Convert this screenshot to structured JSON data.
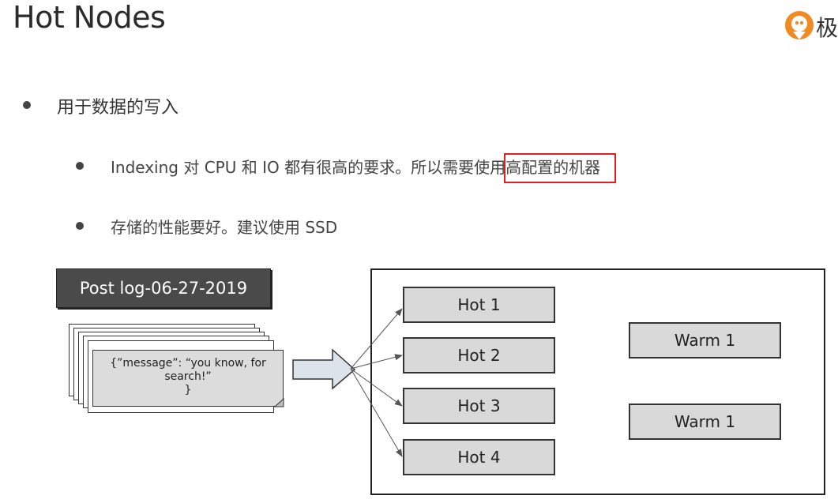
{
  "slide": {
    "title": "Hot Nodes",
    "logo_text": "极"
  },
  "bullets": {
    "main": "用于数据的写入",
    "sub1_prefix": "Indexing 对 CPU 和 IO 都有很高的要求。所以需要使用",
    "sub1_highlight": "高配置的机器",
    "sub2": "存储的性能要好。建议使用 SSD"
  },
  "diagram": {
    "post_label": "Post log-06-27-2019",
    "doc_line1": "{”message”: “you know, for",
    "doc_line2": "search!”",
    "doc_line3": "}",
    "hot_nodes": [
      "Hot 1",
      "Hot 2",
      "Hot 3",
      "Hot 4"
    ],
    "warm_nodes": [
      "Warm 1",
      "Warm 1"
    ]
  },
  "colors": {
    "highlight_border": "#e02020",
    "node_fill": "#d9d9d9",
    "post_box_fill": "#4a4a4a",
    "logo_orange": "#f08a24"
  }
}
